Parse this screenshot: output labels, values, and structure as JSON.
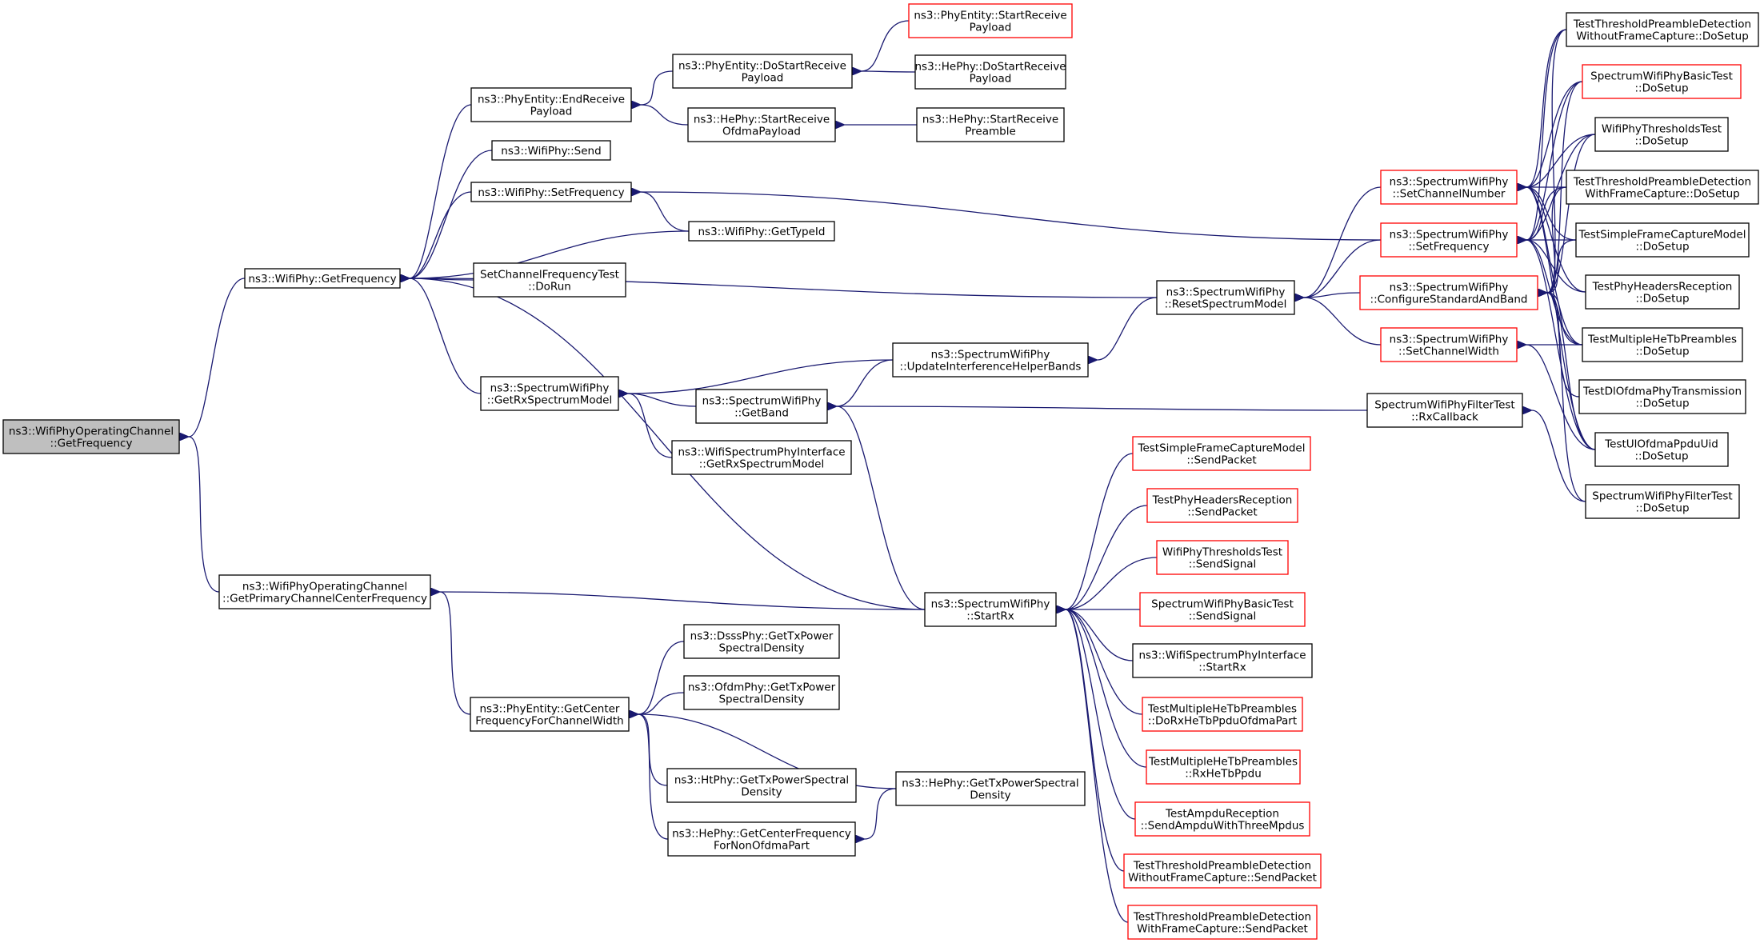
{
  "colors": {
    "edge": "#191970",
    "root_fill": "#bfbfbf",
    "node_border": "#000000",
    "node_border_external": "#ff0000",
    "background": "#ffffff"
  },
  "nodes": [
    {
      "id": "root",
      "lines": [
        "ns3::WifiPhyOperatingChannel",
        "::GetFrequency"
      ],
      "style": "root"
    },
    {
      "id": "getfreq",
      "lines": [
        "ns3::WifiPhy::GetFrequency"
      ],
      "style": "normal"
    },
    {
      "id": "primcf",
      "lines": [
        "ns3::WifiPhyOperatingChannel",
        "::GetPrimaryChannelCenterFrequency"
      ],
      "style": "normal"
    },
    {
      "id": "peend",
      "lines": [
        "ns3::PhyEntity::EndReceive",
        "Payload"
      ],
      "style": "normal"
    },
    {
      "id": "wsend",
      "lines": [
        "ns3::WifiPhy::Send"
      ],
      "style": "normal"
    },
    {
      "id": "wsetf",
      "lines": [
        "ns3::WifiPhy::SetFrequency"
      ],
      "style": "normal"
    },
    {
      "id": "scftest",
      "lines": [
        "SetChannelFrequencyTest",
        "::DoRun"
      ],
      "style": "normal"
    },
    {
      "id": "getrxsm",
      "lines": [
        "ns3::SpectrumWifiPhy",
        "::GetRxSpectrumModel"
      ],
      "style": "normal"
    },
    {
      "id": "pecf",
      "lines": [
        "ns3::PhyEntity::GetCenter",
        "FrequencyForChannelWidth"
      ],
      "style": "normal"
    },
    {
      "id": "pedostart",
      "lines": [
        "ns3::PhyEntity::DoStartReceive",
        "Payload"
      ],
      "style": "normal"
    },
    {
      "id": "hestartofdma",
      "lines": [
        "ns3::HePhy::StartReceive",
        "OfdmaPayload"
      ],
      "style": "normal"
    },
    {
      "id": "gettypeid",
      "lines": [
        "ns3::WifiPhy::GetTypeId"
      ],
      "style": "normal"
    },
    {
      "id": "getband",
      "lines": [
        "ns3::SpectrumWifiPhy",
        "::GetBand"
      ],
      "style": "normal"
    },
    {
      "id": "wspigetrx",
      "lines": [
        "ns3::WifiSpectrumPhyInterface",
        "::GetRxSpectrumModel"
      ],
      "style": "normal"
    },
    {
      "id": "dsss",
      "lines": [
        "ns3::DsssPhy::GetTxPower",
        "SpectralDensity"
      ],
      "style": "normal"
    },
    {
      "id": "ofdm",
      "lines": [
        "ns3::OfdmPhy::GetTxPower",
        "SpectralDensity"
      ],
      "style": "normal"
    },
    {
      "id": "ht",
      "lines": [
        "ns3::HtPhy::GetTxPowerSpectral",
        "Density"
      ],
      "style": "normal"
    },
    {
      "id": "hecfnon",
      "lines": [
        "ns3::HePhy::GetCenterFrequency",
        "ForNonOfdmaPart"
      ],
      "style": "normal"
    },
    {
      "id": "pestart",
      "lines": [
        "ns3::PhyEntity::StartReceive",
        "Payload"
      ],
      "style": "external"
    },
    {
      "id": "hedostart",
      "lines": [
        "ns3::HePhy::DoStartReceive",
        "Payload"
      ],
      "style": "normal"
    },
    {
      "id": "hestartpre",
      "lines": [
        "ns3::HePhy::StartReceive",
        "Preamble"
      ],
      "style": "normal"
    },
    {
      "id": "uihb",
      "lines": [
        "ns3::SpectrumWifiPhy",
        "::UpdateInterferenceHelperBands"
      ],
      "style": "normal"
    },
    {
      "id": "startrx",
      "lines": [
        "ns3::SpectrumWifiPhy",
        "::StartRx"
      ],
      "style": "normal"
    },
    {
      "id": "hetxpsd",
      "lines": [
        "ns3::HePhy::GetTxPowerSpectral",
        "Density"
      ],
      "style": "normal"
    },
    {
      "id": "resetsm",
      "lines": [
        "ns3::SpectrumWifiPhy",
        "::ResetSpectrumModel"
      ],
      "style": "normal"
    },
    {
      "id": "sfcmsend",
      "lines": [
        "TestSimpleFrameCaptureModel",
        "::SendPacket"
      ],
      "style": "external"
    },
    {
      "id": "phrsend",
      "lines": [
        "TestPhyHeadersReception",
        "::SendPacket"
      ],
      "style": "external"
    },
    {
      "id": "wptsend",
      "lines": [
        "WifiPhyThresholdsTest",
        "::SendSignal"
      ],
      "style": "external"
    },
    {
      "id": "swpbsend",
      "lines": [
        "SpectrumWifiPhyBasicTest",
        "::SendSignal"
      ],
      "style": "external"
    },
    {
      "id": "wspistart",
      "lines": [
        "ns3::WifiSpectrumPhyInterface",
        "::StartRx"
      ],
      "style": "normal"
    },
    {
      "id": "mhtdorx",
      "lines": [
        "TestMultipleHeTbPreambles",
        "::DoRxHeTbPpduOfdmaPart"
      ],
      "style": "external"
    },
    {
      "id": "mhtrx",
      "lines": [
        "TestMultipleHeTbPreambles",
        "::RxHeTbPpdu"
      ],
      "style": "external"
    },
    {
      "id": "ampdu",
      "lines": [
        "TestAmpduReception",
        "::SendAmpduWithThreeMpdus"
      ],
      "style": "external"
    },
    {
      "id": "tpdwosend",
      "lines": [
        "TestThresholdPreambleDetection",
        "WithoutFrameCapture::SendPacket"
      ],
      "style": "external"
    },
    {
      "id": "tpdwsend",
      "lines": [
        "TestThresholdPreambleDetection",
        "WithFrameCapture::SendPacket"
      ],
      "style": "external"
    },
    {
      "id": "setchnum",
      "lines": [
        "ns3::SpectrumWifiPhy",
        "::SetChannelNumber"
      ],
      "style": "external"
    },
    {
      "id": "swpsetf",
      "lines": [
        "ns3::SpectrumWifiPhy",
        "::SetFrequency"
      ],
      "style": "external"
    },
    {
      "id": "configstd",
      "lines": [
        "ns3::SpectrumWifiPhy",
        "::ConfigureStandardAndBand"
      ],
      "style": "external"
    },
    {
      "id": "setchw",
      "lines": [
        "ns3::SpectrumWifiPhy",
        "::SetChannelWidth"
      ],
      "style": "external"
    },
    {
      "id": "filtercb",
      "lines": [
        "SpectrumWifiPhyFilterTest",
        "::RxCallback"
      ],
      "style": "normal"
    },
    {
      "id": "tpdwods",
      "lines": [
        "TestThresholdPreambleDetection",
        "WithoutFrameCapture::DoSetup"
      ],
      "style": "normal"
    },
    {
      "id": "swpbds",
      "lines": [
        "SpectrumWifiPhyBasicTest",
        "::DoSetup"
      ],
      "style": "external"
    },
    {
      "id": "wptds",
      "lines": [
        "WifiPhyThresholdsTest",
        "::DoSetup"
      ],
      "style": "normal"
    },
    {
      "id": "tpdwds",
      "lines": [
        "TestThresholdPreambleDetection",
        "WithFrameCapture::DoSetup"
      ],
      "style": "normal"
    },
    {
      "id": "sfcmds",
      "lines": [
        "TestSimpleFrameCaptureModel",
        "::DoSetup"
      ],
      "style": "normal"
    },
    {
      "id": "phrds",
      "lines": [
        "TestPhyHeadersReception",
        "::DoSetup"
      ],
      "style": "normal"
    },
    {
      "id": "mhtds",
      "lines": [
        "TestMultipleHeTbPreambles",
        "::DoSetup"
      ],
      "style": "normal"
    },
    {
      "id": "dlofdma",
      "lines": [
        "TestDlOfdmaPhyTransmission",
        "::DoSetup"
      ],
      "style": "normal"
    },
    {
      "id": "ulofdma",
      "lines": [
        "TestUlOfdmaPpduUid",
        "::DoSetup"
      ],
      "style": "normal"
    },
    {
      "id": "filterds",
      "lines": [
        "SpectrumWifiPhyFilterTest",
        "::DoSetup"
      ],
      "style": "normal"
    }
  ],
  "edges": [
    [
      "root",
      "getfreq"
    ],
    [
      "root",
      "primcf"
    ],
    [
      "getfreq",
      "peend"
    ],
    [
      "getfreq",
      "wsend"
    ],
    [
      "getfreq",
      "wsetf"
    ],
    [
      "getfreq",
      "gettypeid"
    ],
    [
      "getfreq",
      "scftest"
    ],
    [
      "getfreq",
      "resetsm"
    ],
    [
      "getfreq",
      "getrxsm"
    ],
    [
      "getfreq",
      "startrx"
    ],
    [
      "primcf",
      "startrx"
    ],
    [
      "primcf",
      "pecf"
    ],
    [
      "peend",
      "pedostart"
    ],
    [
      "peend",
      "hestartofdma"
    ],
    [
      "pedostart",
      "pestart"
    ],
    [
      "pedostart",
      "hedostart"
    ],
    [
      "hestartofdma",
      "hestartpre"
    ],
    [
      "wsetf",
      "gettypeid"
    ],
    [
      "wsetf",
      "swpsetf"
    ],
    [
      "getrxsm",
      "uihb"
    ],
    [
      "getrxsm",
      "getband"
    ],
    [
      "getrxsm",
      "wspigetrx"
    ],
    [
      "getband",
      "uihb"
    ],
    [
      "getband",
      "filtercb"
    ],
    [
      "getband",
      "startrx"
    ],
    [
      "uihb",
      "resetsm"
    ],
    [
      "pecf",
      "dsss"
    ],
    [
      "pecf",
      "ofdm"
    ],
    [
      "pecf",
      "ht"
    ],
    [
      "pecf",
      "hetxpsd"
    ],
    [
      "pecf",
      "hecfnon"
    ],
    [
      "hecfnon",
      "hetxpsd"
    ],
    [
      "startrx",
      "sfcmsend"
    ],
    [
      "startrx",
      "phrsend"
    ],
    [
      "startrx",
      "wptsend"
    ],
    [
      "startrx",
      "swpbsend"
    ],
    [
      "startrx",
      "wspistart"
    ],
    [
      "startrx",
      "mhtdorx"
    ],
    [
      "startrx",
      "mhtrx"
    ],
    [
      "startrx",
      "ampdu"
    ],
    [
      "startrx",
      "tpdwosend"
    ],
    [
      "startrx",
      "tpdwsend"
    ],
    [
      "resetsm",
      "setchnum"
    ],
    [
      "resetsm",
      "swpsetf"
    ],
    [
      "resetsm",
      "configstd"
    ],
    [
      "resetsm",
      "setchw"
    ],
    [
      "setchnum",
      "tpdwods"
    ],
    [
      "setchnum",
      "swpbds"
    ],
    [
      "setchnum",
      "wptds"
    ],
    [
      "setchnum",
      "tpdwds"
    ],
    [
      "setchnum",
      "sfcmds"
    ],
    [
      "setchnum",
      "phrds"
    ],
    [
      "setchnum",
      "mhtds"
    ],
    [
      "setchnum",
      "ulofdma"
    ],
    [
      "swpsetf",
      "tpdwods"
    ],
    [
      "swpsetf",
      "swpbds"
    ],
    [
      "swpsetf",
      "wptds"
    ],
    [
      "swpsetf",
      "tpdwds"
    ],
    [
      "swpsetf",
      "sfcmds"
    ],
    [
      "swpsetf",
      "phrds"
    ],
    [
      "swpsetf",
      "mhtds"
    ],
    [
      "swpsetf",
      "ulofdma"
    ],
    [
      "configstd",
      "tpdwods"
    ],
    [
      "configstd",
      "swpbds"
    ],
    [
      "configstd",
      "wptds"
    ],
    [
      "configstd",
      "tpdwds"
    ],
    [
      "configstd",
      "sfcmds"
    ],
    [
      "configstd",
      "mhtds"
    ],
    [
      "configstd",
      "dlofdma"
    ],
    [
      "configstd",
      "ulofdma"
    ],
    [
      "configstd",
      "filterds"
    ],
    [
      "setchw",
      "mhtds"
    ],
    [
      "setchw",
      "ulofdma"
    ],
    [
      "filtercb",
      "filterds"
    ]
  ]
}
